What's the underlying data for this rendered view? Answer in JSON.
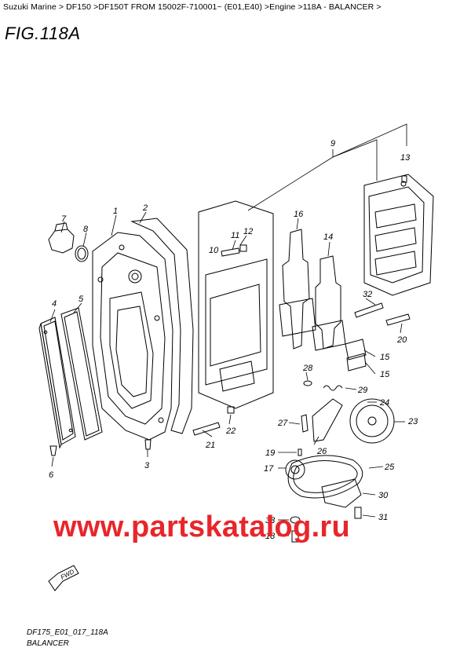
{
  "breadcrumb": "Suzuki Marine > DF150 >DF150T FROM 15002F-710001~ (E01,E40) >Engine >118A - BALANCER >",
  "figure_title": "FIG.118A",
  "watermark": "www.partskatalog.ru",
  "fwd_label": "FWD",
  "footer": {
    "code": "DF175_E01_017_118A",
    "caption": "BALANCER"
  },
  "callouts": [
    "1",
    "2",
    "3",
    "4",
    "5",
    "6",
    "7",
    "8",
    "9",
    "10",
    "11",
    "12",
    "13",
    "14",
    "15",
    "15",
    "16",
    "17",
    "18",
    "19",
    "20",
    "21",
    "22",
    "23",
    "24",
    "25",
    "26",
    "27",
    "28",
    "29",
    "30",
    "31",
    "32",
    "33"
  ]
}
